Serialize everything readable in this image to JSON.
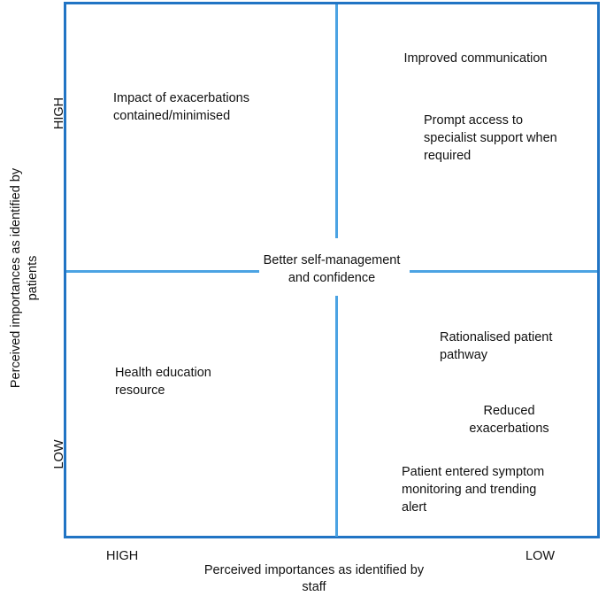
{
  "chart_data": {
    "type": "scatter",
    "title": "",
    "xlabel": "Perceived importances as identified by staff",
    "ylabel": "Perceived importances as identified by patients",
    "x_ticks": [
      "HIGH",
      "LOW"
    ],
    "y_ticks": [
      "HIGH",
      "LOW"
    ],
    "grid": false,
    "legend": "none",
    "quadrant_divider": {
      "vertical_x_fraction": 0.5,
      "horizontal_y_fraction": 0.5
    },
    "items": [
      {
        "label": "Impact of exacerbations\ncontained/minimised",
        "quadrant": "high-staff / high-patient",
        "x": "HIGH",
        "y": "HIGH"
      },
      {
        "label": "Improved communication",
        "quadrant": "low-staff / high-patient",
        "x": "LOW",
        "y": "HIGH"
      },
      {
        "label": "Prompt access to\nspecialist support when\nrequired",
        "quadrant": "low-staff / high-patient",
        "x": "LOW",
        "y": "HIGH"
      },
      {
        "label": "Better self-management\nand confidence",
        "quadrant": "centre",
        "x": "MID",
        "y": "MID"
      },
      {
        "label": "Health education\nresource",
        "quadrant": "high-staff / low-patient",
        "x": "HIGH",
        "y": "LOW"
      },
      {
        "label": "Rationalised patient\npathway",
        "quadrant": "low-staff / low-patient",
        "x": "LOW",
        "y": "LOW"
      },
      {
        "label": "Reduced\nexacerbations",
        "quadrant": "low-staff / low-patient",
        "x": "LOW",
        "y": "LOW"
      },
      {
        "label": "Patient entered symptom\nmonitoring and trending\nalert",
        "quadrant": "low-staff / low-patient",
        "x": "LOW",
        "y": "LOW"
      }
    ]
  },
  "matrix": {
    "items": {
      "impact_exacerbations": "Impact of exacerbations\ncontained/minimised",
      "improved_communication": "Improved communication",
      "prompt_access": "Prompt access to\nspecialist support when\nrequired",
      "better_self_management": "Better self-management\nand confidence",
      "health_education": "Health education\nresource",
      "rationalised_pathway": "Rationalised patient\npathway",
      "reduced_exacerbations": "Reduced\nexacerbations",
      "patient_symptom_monitoring": "Patient entered symptom\nmonitoring and trending\nalert"
    }
  },
  "axes": {
    "y": {
      "title": "Perceived importances as identified by\npatients",
      "tick_high": "HIGH",
      "tick_low": "LOW"
    },
    "x": {
      "title": "Perceived importances as identified by\nstaff",
      "tick_high": "HIGH",
      "tick_low": "LOW"
    }
  },
  "colors": {
    "frame_blue": "#2174C4",
    "divider_blue": "#4BA3E3",
    "text": "#111111",
    "background": "#FFFFFF"
  }
}
